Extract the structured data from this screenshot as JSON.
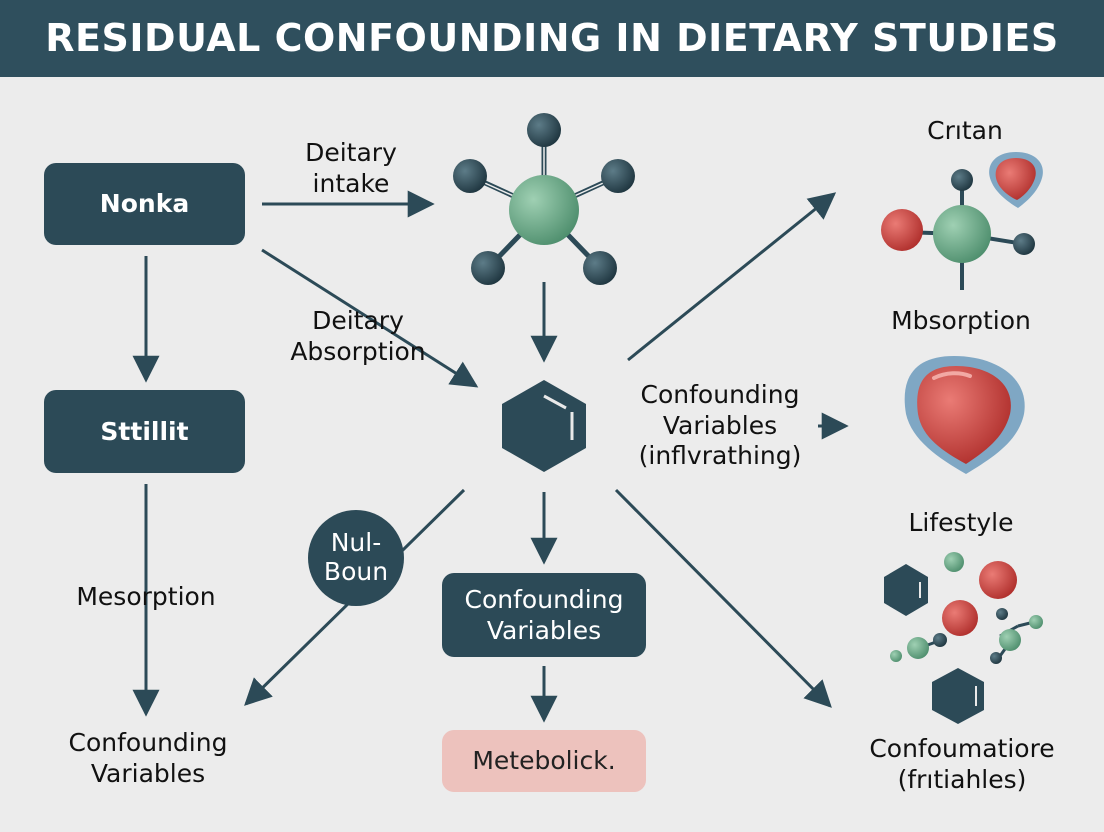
{
  "title": "RESIDUAL CONFOUNDING IN DIETARY STUDIES",
  "boxes": {
    "nonka": "Nonka",
    "stillit": "Sttillit",
    "confounding_center": "Confounding Variables",
    "metebolick": "Metebolick."
  },
  "badge": "Nul- Boun",
  "labels": {
    "dietary_intake": "Deitary intake",
    "dietary_absorption": "Deitary Absorption",
    "mesorption": "Mesorption",
    "confounding_bottom_left": "Confounding Variables",
    "confounding_middle": "Confounding Variables (inflvrathing)",
    "critan": "Crıtan",
    "mbsorption": "Mbsorption",
    "lifestyle": "Lifestyle",
    "confoumatiore": "Confoumatiore (frıtiahles)"
  },
  "colors": {
    "header": "#2f4f5d",
    "dark_box": "#2c4a57",
    "pink_box": "#edc2bd",
    "green_atom": "#5e9e7e",
    "red_atom": "#c9413d",
    "shield_border": "#7fa7c4",
    "background": "#ececec"
  }
}
